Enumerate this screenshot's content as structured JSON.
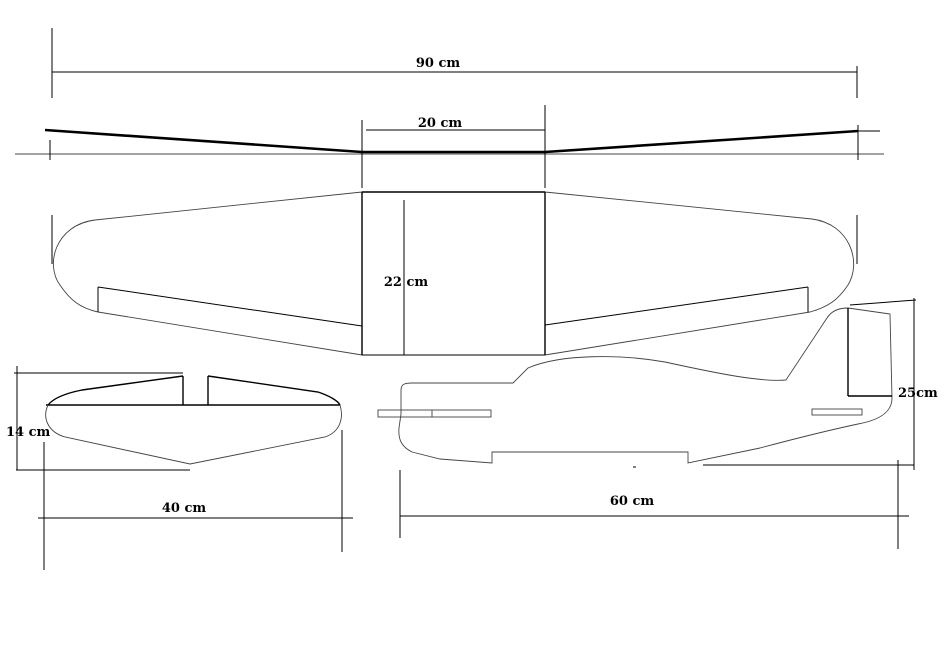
{
  "dimensions": {
    "wingspan": "90 cm",
    "center_section_width": "20 cm",
    "center_section_chord": "22 cm",
    "stabilizer_span": "40 cm",
    "stabilizer_chord": "14 cm",
    "fuselage_length": "60 cm",
    "fin_height": "25cm"
  },
  "colors": {
    "background": "#ffffff",
    "line": "#000000"
  }
}
